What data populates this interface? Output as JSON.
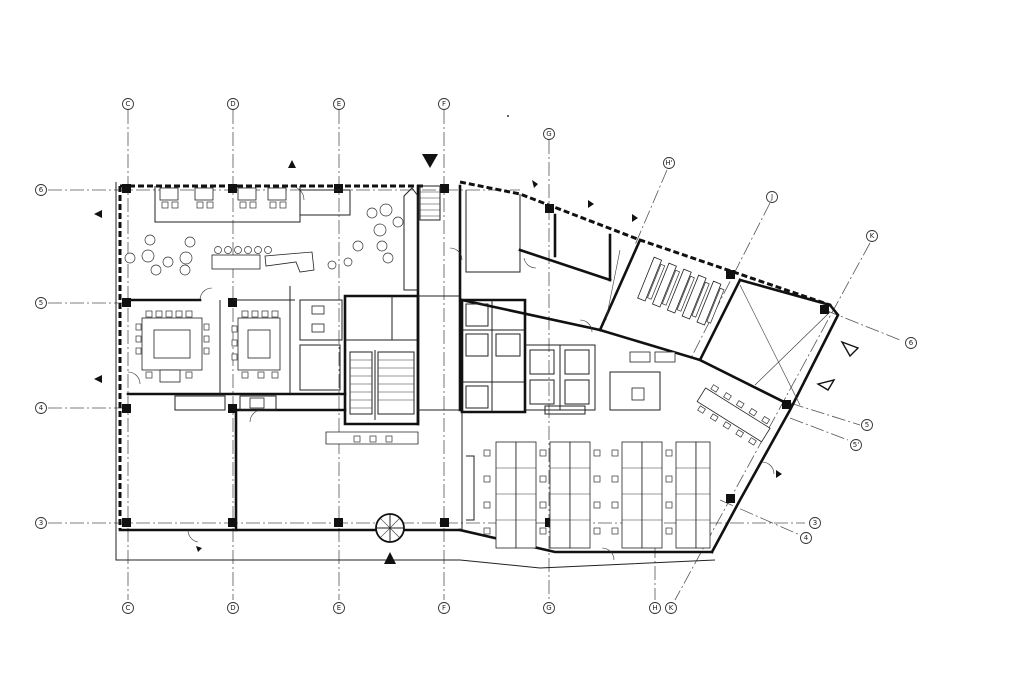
{
  "grid_lines": {
    "top": [
      "C",
      "D",
      "E",
      "F",
      "G",
      "H'",
      "J",
      "K"
    ],
    "left": [
      "6",
      "5",
      "4",
      "3"
    ],
    "bottom": [
      "C",
      "D",
      "E",
      "F",
      "G",
      "H",
      "K"
    ],
    "right": [
      "6",
      "5",
      "5'",
      "3",
      "4"
    ]
  },
  "colors": {
    "line": "#111111",
    "grid": "#555555",
    "background": "#ffffff"
  },
  "icons": [
    "section-arrow-icon",
    "north-arrow-icon",
    "revolving-door-icon",
    "stair-icon"
  ]
}
